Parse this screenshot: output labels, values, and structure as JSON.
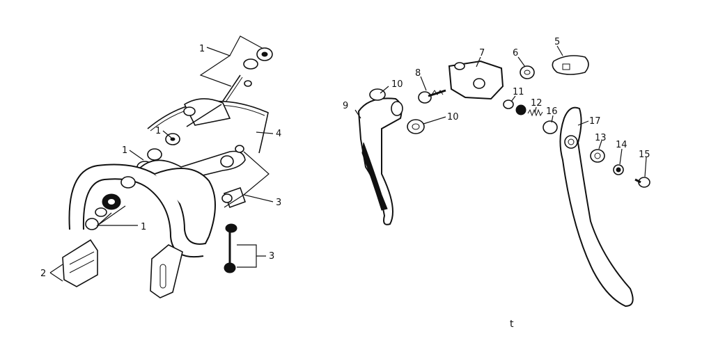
{
  "diagram": {
    "left_labels": [
      "1",
      "1",
      "1",
      "1",
      "2",
      "3",
      "3",
      "4"
    ],
    "right_labels": [
      "5",
      "6",
      "7",
      "8",
      "9",
      "10",
      "10",
      "11",
      "12",
      "13",
      "14",
      "15",
      "16",
      "17"
    ],
    "footer_mark": "t"
  }
}
